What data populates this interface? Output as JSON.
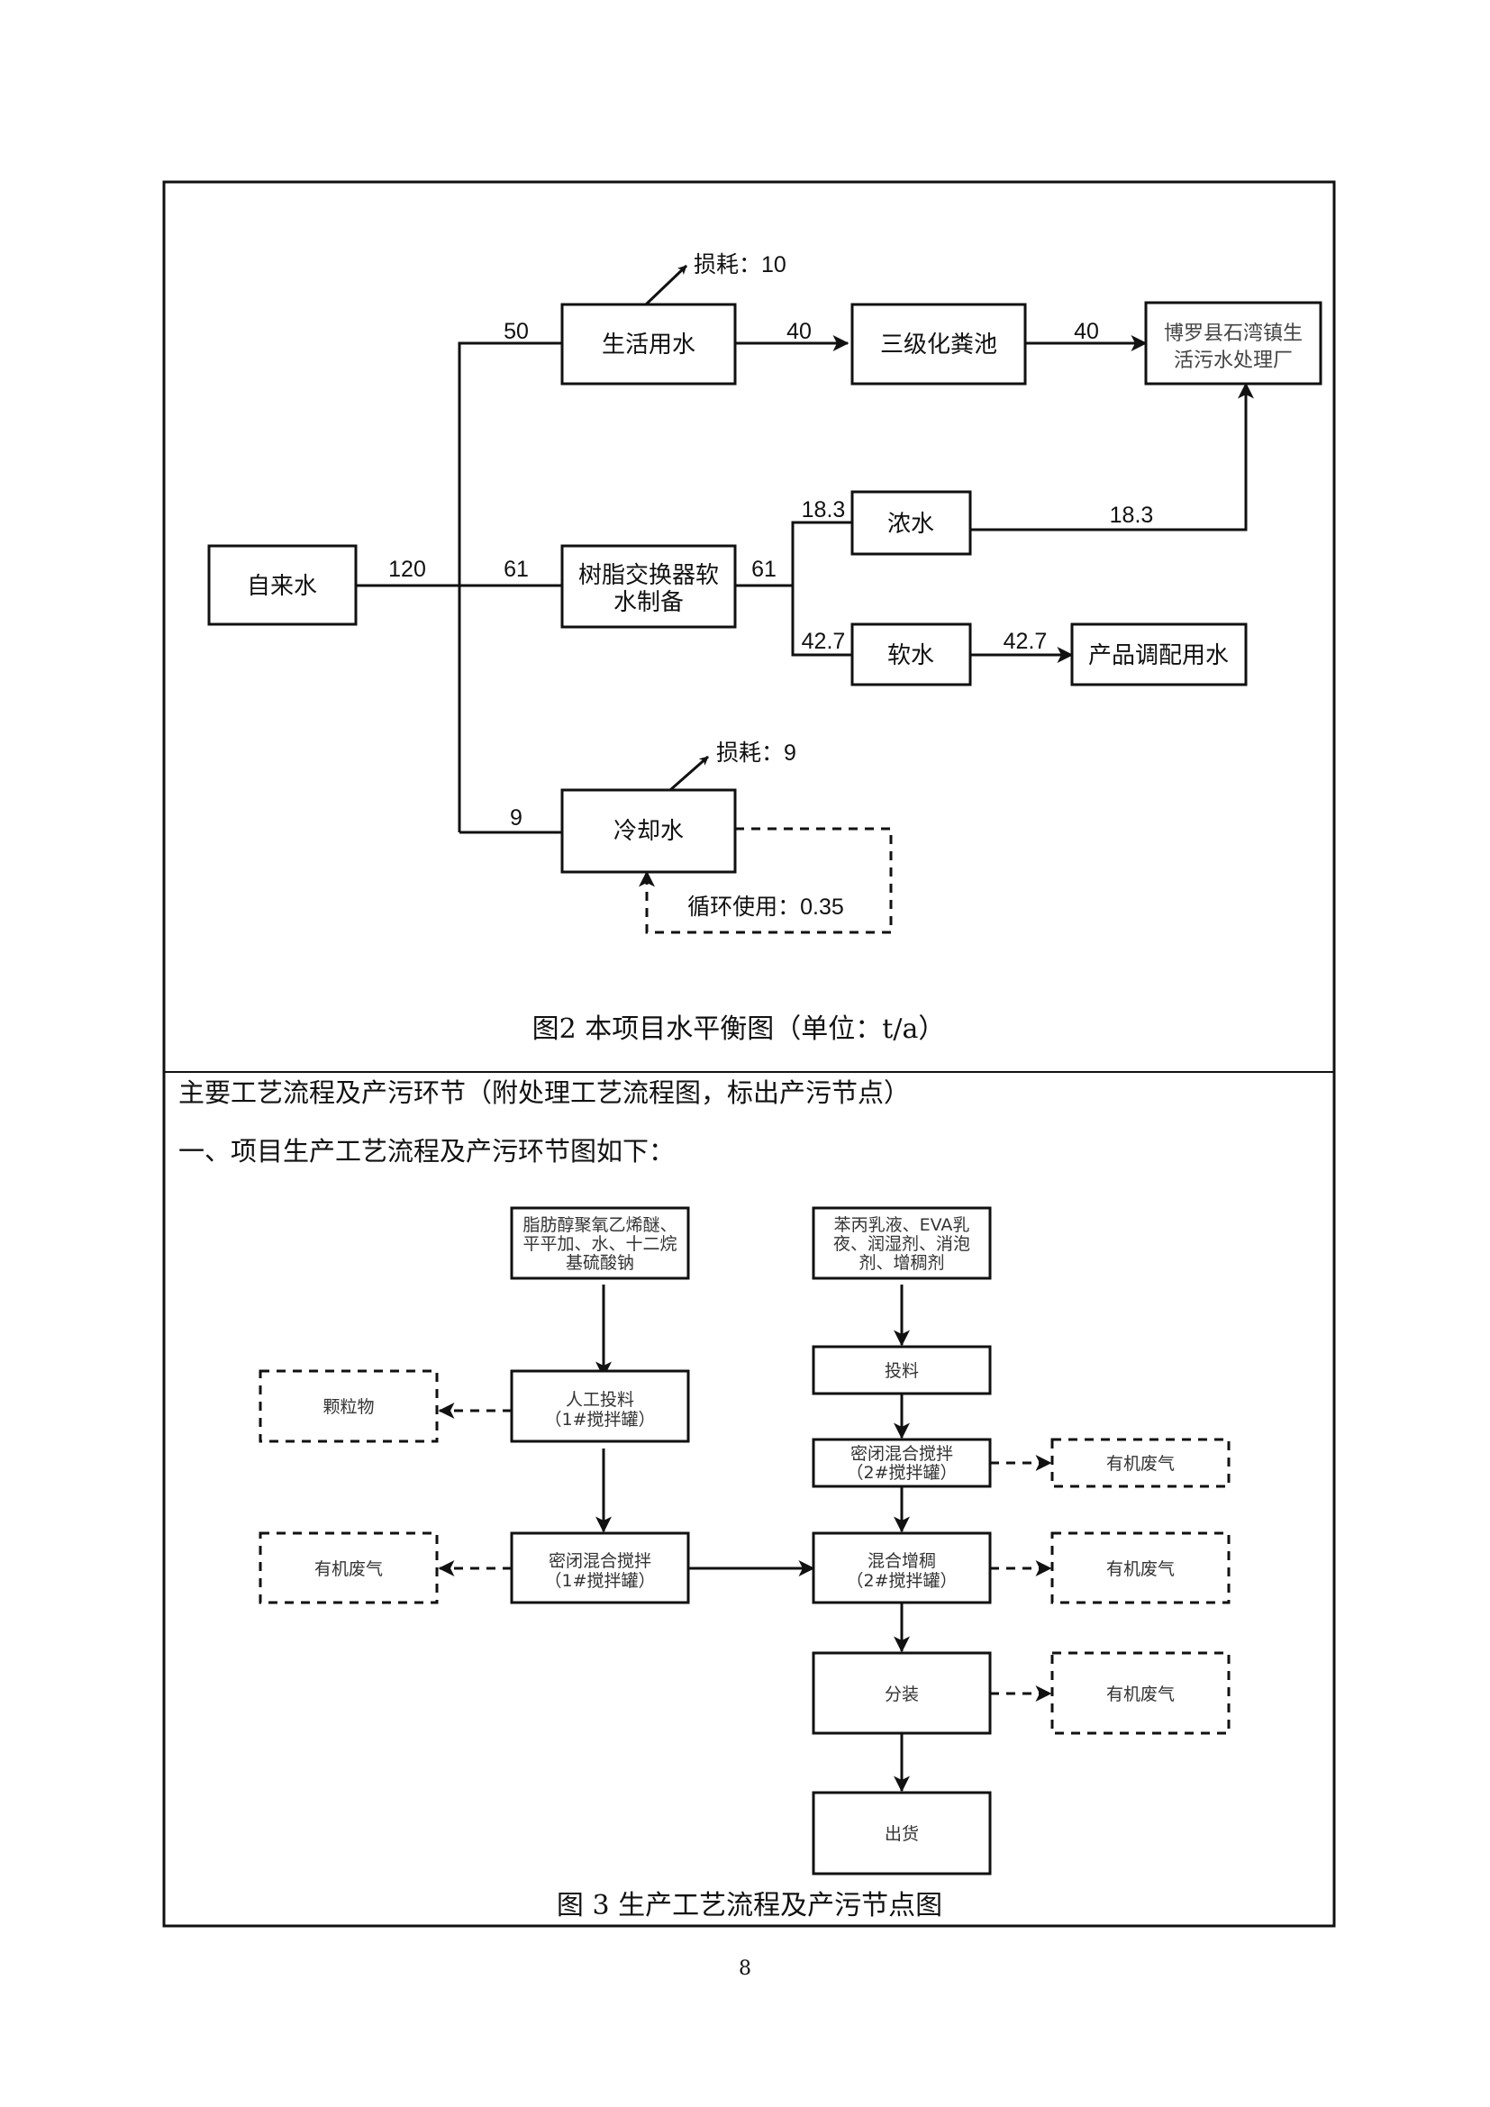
{
  "page_number": "8",
  "water_balance": {
    "caption": "图2  本项目水平衡图（单位：t/a）",
    "nodes": {
      "tap_water": "自来水",
      "domestic_water": "生活用水",
      "septic_tank": "三级化粪池",
      "sewage_plant": [
        "博罗县石湾镇生",
        "活污水处理厂"
      ],
      "softening": [
        "树脂交换器软",
        "水制备"
      ],
      "concentrate": "浓水",
      "soft_water": "软水",
      "product_water": "产品调配用水",
      "cooling_water": "冷却水"
    },
    "flows": {
      "total": "120",
      "to_domestic": "50",
      "to_softening": "61",
      "softening_out": "61",
      "to_cooling": "9",
      "domestic_to_septic": "40",
      "septic_to_plant": "40",
      "to_concentrate": "18.3",
      "concentrate_to_plant": "18.3",
      "to_soft": "42.7",
      "soft_to_product": "42.7",
      "domestic_loss": "损耗：10",
      "cooling_loss": "损耗：9",
      "recycle": "循环使用：0.35"
    }
  },
  "section": {
    "heading": "主要工艺流程及产污环节（附处理工艺流程图，标出产污节点）",
    "subheading": "一、项目生产工艺流程及产污环节图如下："
  },
  "process_flow": {
    "caption": "图 3  生产工艺流程及产污节点图",
    "left_column": {
      "materials": [
        "脂肪醇聚氧乙烯醚、",
        "平平加、水、十二烷",
        "基硫酸钠"
      ],
      "manual_feed": [
        "人工投料",
        "（1#搅拌罐）"
      ],
      "sealed_mix": [
        "密闭混合搅拌",
        "（1#搅拌罐）"
      ]
    },
    "right_column": {
      "materials": [
        "苯丙乳液、EVA乳",
        "夜、润湿剂、消泡",
        "剂、增稠剂"
      ],
      "feed": "投料",
      "sealed_mix": [
        "密闭混合搅拌",
        "（2#搅拌罐）"
      ],
      "thicken": [
        "混合增稠",
        "（2#搅拌罐）"
      ],
      "packing": "分装",
      "shipping": "出货"
    },
    "pollutants": {
      "particulate": "颗粒物",
      "organic_gas_left": "有机废气",
      "organic_gas_mix2": "有机废气",
      "organic_gas_thicken": "有机废气",
      "organic_gas_packing": "有机废气"
    }
  }
}
